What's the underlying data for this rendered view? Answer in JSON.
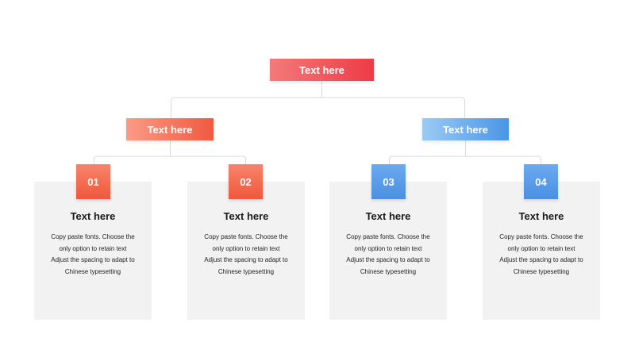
{
  "root": {
    "label": "Text here"
  },
  "branches": [
    {
      "label": "Text here"
    },
    {
      "label": "Text here"
    }
  ],
  "cards": [
    {
      "number": "01",
      "title": "Text here",
      "lines": [
        "Copy paste fonts. Choose the",
        "only option to retain text",
        "Adjust the spacing to adapt to",
        "Chinese typesetting"
      ]
    },
    {
      "number": "02",
      "title": "Text here",
      "lines": [
        "Copy paste fonts. Choose the",
        "only option to retain text",
        "Adjust the spacing to adapt to",
        "Chinese typesetting"
      ]
    },
    {
      "number": "03",
      "title": "Text here",
      "lines": [
        "Copy paste fonts. Choose the",
        "only option to retain text",
        "Adjust the spacing to adapt to",
        "Chinese typesetting"
      ]
    },
    {
      "number": "04",
      "title": "Text here",
      "lines": [
        "Copy paste fonts. Choose the",
        "only option to retain text",
        "Adjust the spacing to adapt to",
        "Chinese typesetting"
      ]
    }
  ],
  "colors": {
    "root": "#ee3b45",
    "orange": "#f05a3f",
    "blue": "#4a90e2",
    "card_bg": "#f2f2f2",
    "connector": "#d9d9d9"
  }
}
